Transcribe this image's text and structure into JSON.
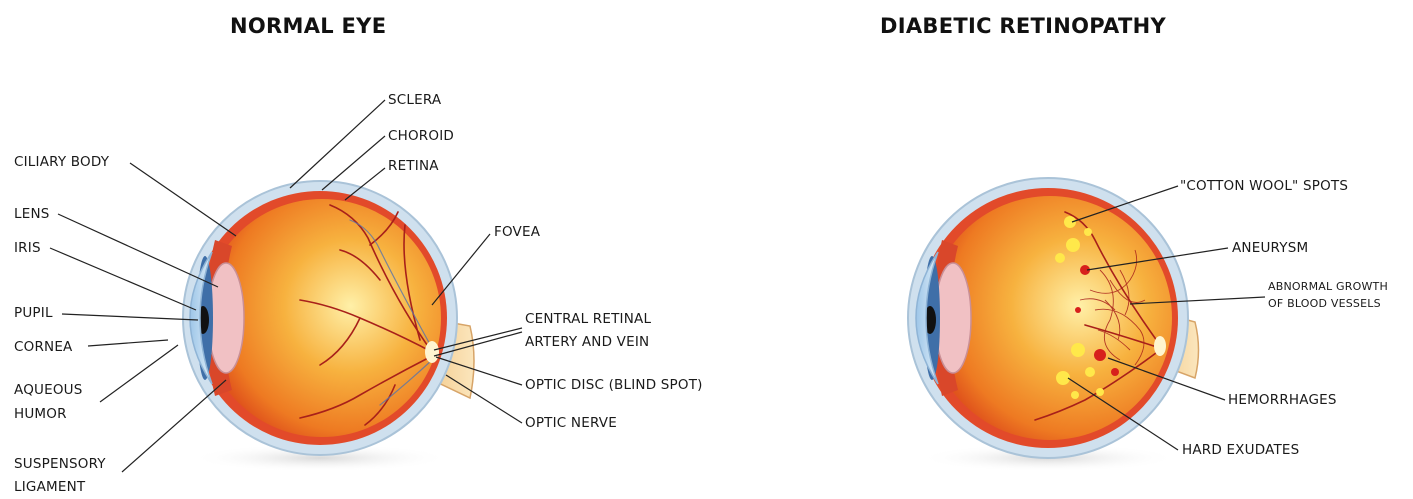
{
  "titles": {
    "normal": "NORMAL EYE",
    "diabetic": "DIABETIC RETINOPATHY"
  },
  "normal_labels": {
    "sclera": "SCLERA",
    "choroid": "CHOROID",
    "retina": "RETINA",
    "ciliary_body": "CILIARY BODY",
    "lens": "LENS",
    "iris": "IRIS",
    "pupil": "PUPIL",
    "cornea": "CORNEA",
    "aqueous_1": "AQUEOUS",
    "aqueous_2": "HUMOR",
    "suspensory_1": "SUSPENSORY",
    "suspensory_2": "LIGAMENT",
    "fovea": "FOVEA",
    "central_1": "CENTRAL RETINAL",
    "central_2": "ARTERY AND VEIN",
    "optic_disc": "OPTIC DISC (BLIND SPOT)",
    "optic_nerve": "OPTIC NERVE"
  },
  "dr_labels": {
    "cotton_wool": "\"COTTON WOOL\" SPOTS",
    "aneurysm": "ANEURYSM",
    "abnormal_1": "ABNORMAL GROWTH",
    "abnormal_2": "OF BLOOD VESSELS",
    "hemorrhages": "HEMORRHAGES",
    "hard_exudates": "HARD EXUDATES"
  },
  "colors": {
    "sclera": "#cfe0ee",
    "choroid": "#e24a2a",
    "retina_inner": "#f6a53a",
    "vessels": "#a8201a",
    "exudate": "#ffe84a",
    "leader_line": "#222222"
  }
}
